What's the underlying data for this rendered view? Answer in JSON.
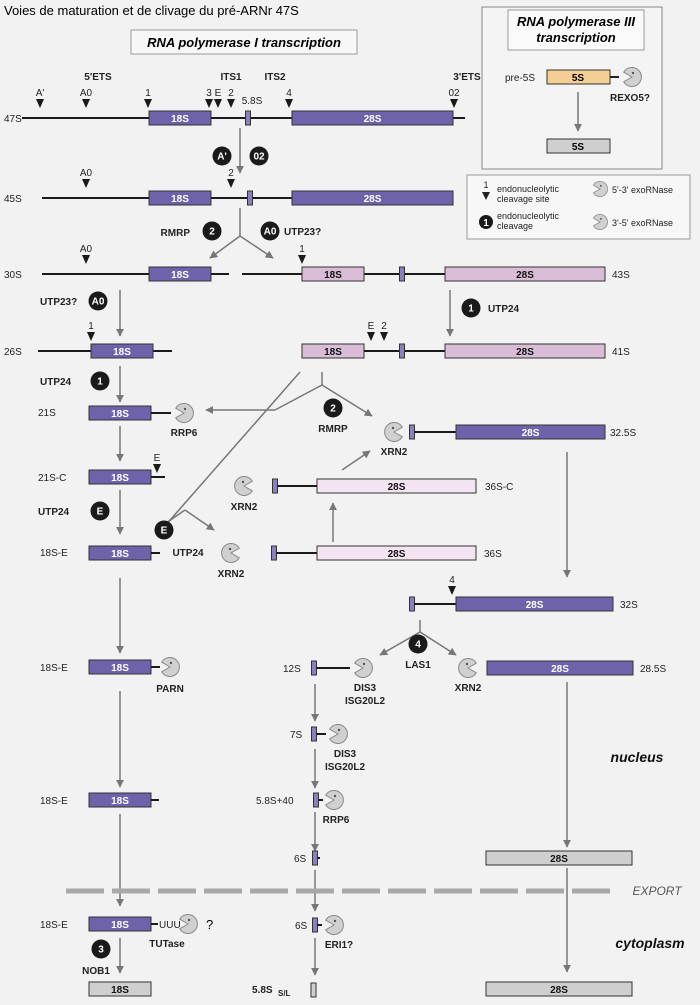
{
  "title": "Voies de maturation et de clivage du pré-ARNr 47S",
  "header_pol1": "RNA polymerase I transcription",
  "pol3": {
    "line1": "RNA polymerase III",
    "line2": "transcription",
    "pre": "pre-5S",
    "box": "5S",
    "enzyme": "REXO5?",
    "product": "5S"
  },
  "regions": {
    "ets5": "5'ETS",
    "its1": "ITS1",
    "its2": "ITS2",
    "ets3": "3'ETS"
  },
  "sites": {
    "aprime": "A'",
    "a0": "A0",
    "one": "1",
    "three": "3",
    "e": "E",
    "two": "2",
    "s58": "5.8S",
    "four": "4",
    "o2": "02"
  },
  "rows": {
    "r47": "47S",
    "r45": "45S",
    "r30": "30S",
    "r43": "43S",
    "r26": "26S",
    "r41": "41S",
    "r21": "21S",
    "r325": "32.5S",
    "r21c": "21S-C",
    "r36c": "36S-C",
    "r18e": "18S-E",
    "r36": "36S",
    "r32": "32S",
    "r12": "12S",
    "r285": "28.5S",
    "r7": "7S",
    "r58p40": "5.8S+40",
    "r6": "6S",
    "r58sl_main": "5.8S",
    "r58sl_sub": "S/L"
  },
  "boxes": {
    "b18": "18S",
    "b28": "28S"
  },
  "circles": {
    "aprime": "A'",
    "o2": "02",
    "two": "2",
    "a0": "A0",
    "one": "1",
    "e": "E",
    "four": "4",
    "three": "3"
  },
  "enzymes": {
    "rmrp": "RMRP",
    "utp23": "UTP23?",
    "utp24": "UTP24",
    "rrp6": "RRP6",
    "xrn2": "XRN2",
    "parn": "PARN",
    "dis3": "DIS3",
    "isg20l2": "ISG20L2",
    "las1": "LAS1",
    "tutase": "TUTase",
    "uuu": "UUU",
    "question": "?",
    "eri1": "ERI1?",
    "nob1": "NOB1"
  },
  "legend": {
    "site_num": "1",
    "site_line1": "endonucleolytic",
    "site_line2": "cleavage site",
    "cleave_num": "1",
    "cleave_line1": "endonucleolytic",
    "cleave_line2": "cleavage",
    "exo53": "5'-3' exoRNase",
    "exo35": "3'-5' exoRNase"
  },
  "export": "EXPORT",
  "nucleus": "nucleus",
  "cytoplasm": "cytoplasm",
  "colors": {
    "purple": "#6e63aa",
    "pink": "#d9bcd6",
    "lightpink": "#f3e4f1",
    "gray": "#cfcfcf",
    "orange": "#f3cf94",
    "dark": "#1a1a1a"
  },
  "icons": {
    "exo53": "pacman-exonuclease-icon",
    "exo35": "pacman-exonuclease-icon",
    "site": "cleavage-site-arrow-icon"
  }
}
